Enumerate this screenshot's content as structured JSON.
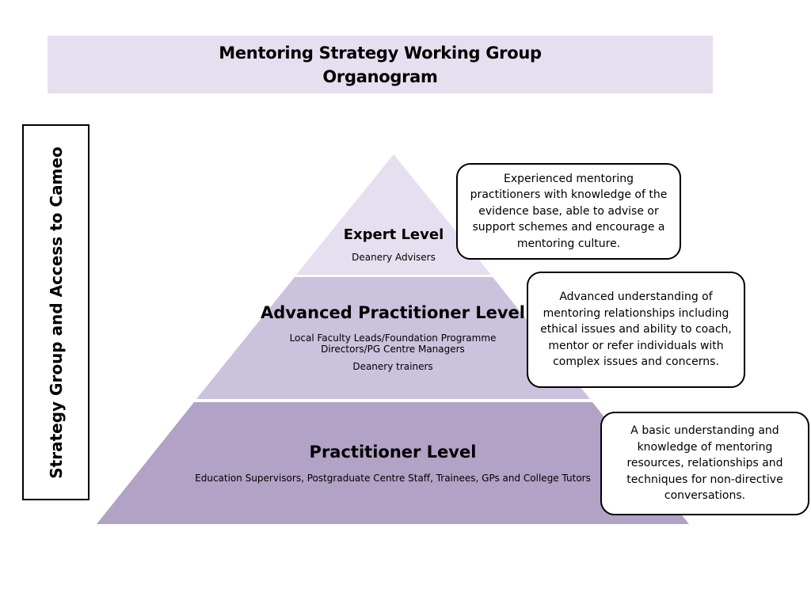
{
  "header": {
    "title_line1": "Mentoring Strategy Working Group",
    "title_line2": "Organogram",
    "bg_color": "#e6dff0"
  },
  "side_label": "Strategy Group and Access to Cameo",
  "tiers": [
    {
      "title": "Expert Level",
      "lines": [
        "Deanery Advisers"
      ],
      "color": "#e6dff0",
      "note": "Experienced mentoring practitioners with knowledge of the evidence base, able to advise or support schemes and encourage a mentoring culture."
    },
    {
      "title": "Advanced Practitioner Level",
      "lines": [
        "Local Faculty Leads/Foundation Programme",
        "Directors/PG Centre Managers",
        "Deanery trainers"
      ],
      "color": "#cbc2dd",
      "note": "Advanced understanding of mentoring relationships including ethical issues and ability to coach, mentor or refer individuals with complex issues and concerns."
    },
    {
      "title": "Practitioner Level",
      "lines": [
        "Education Supervisors, Postgraduate Centre Staff, Trainees, GPs and College Tutors"
      ],
      "color": "#b2a2c6",
      "note": "A basic understanding  and knowledge of mentoring resources, relationships and techniques for non-directive conversations."
    }
  ]
}
